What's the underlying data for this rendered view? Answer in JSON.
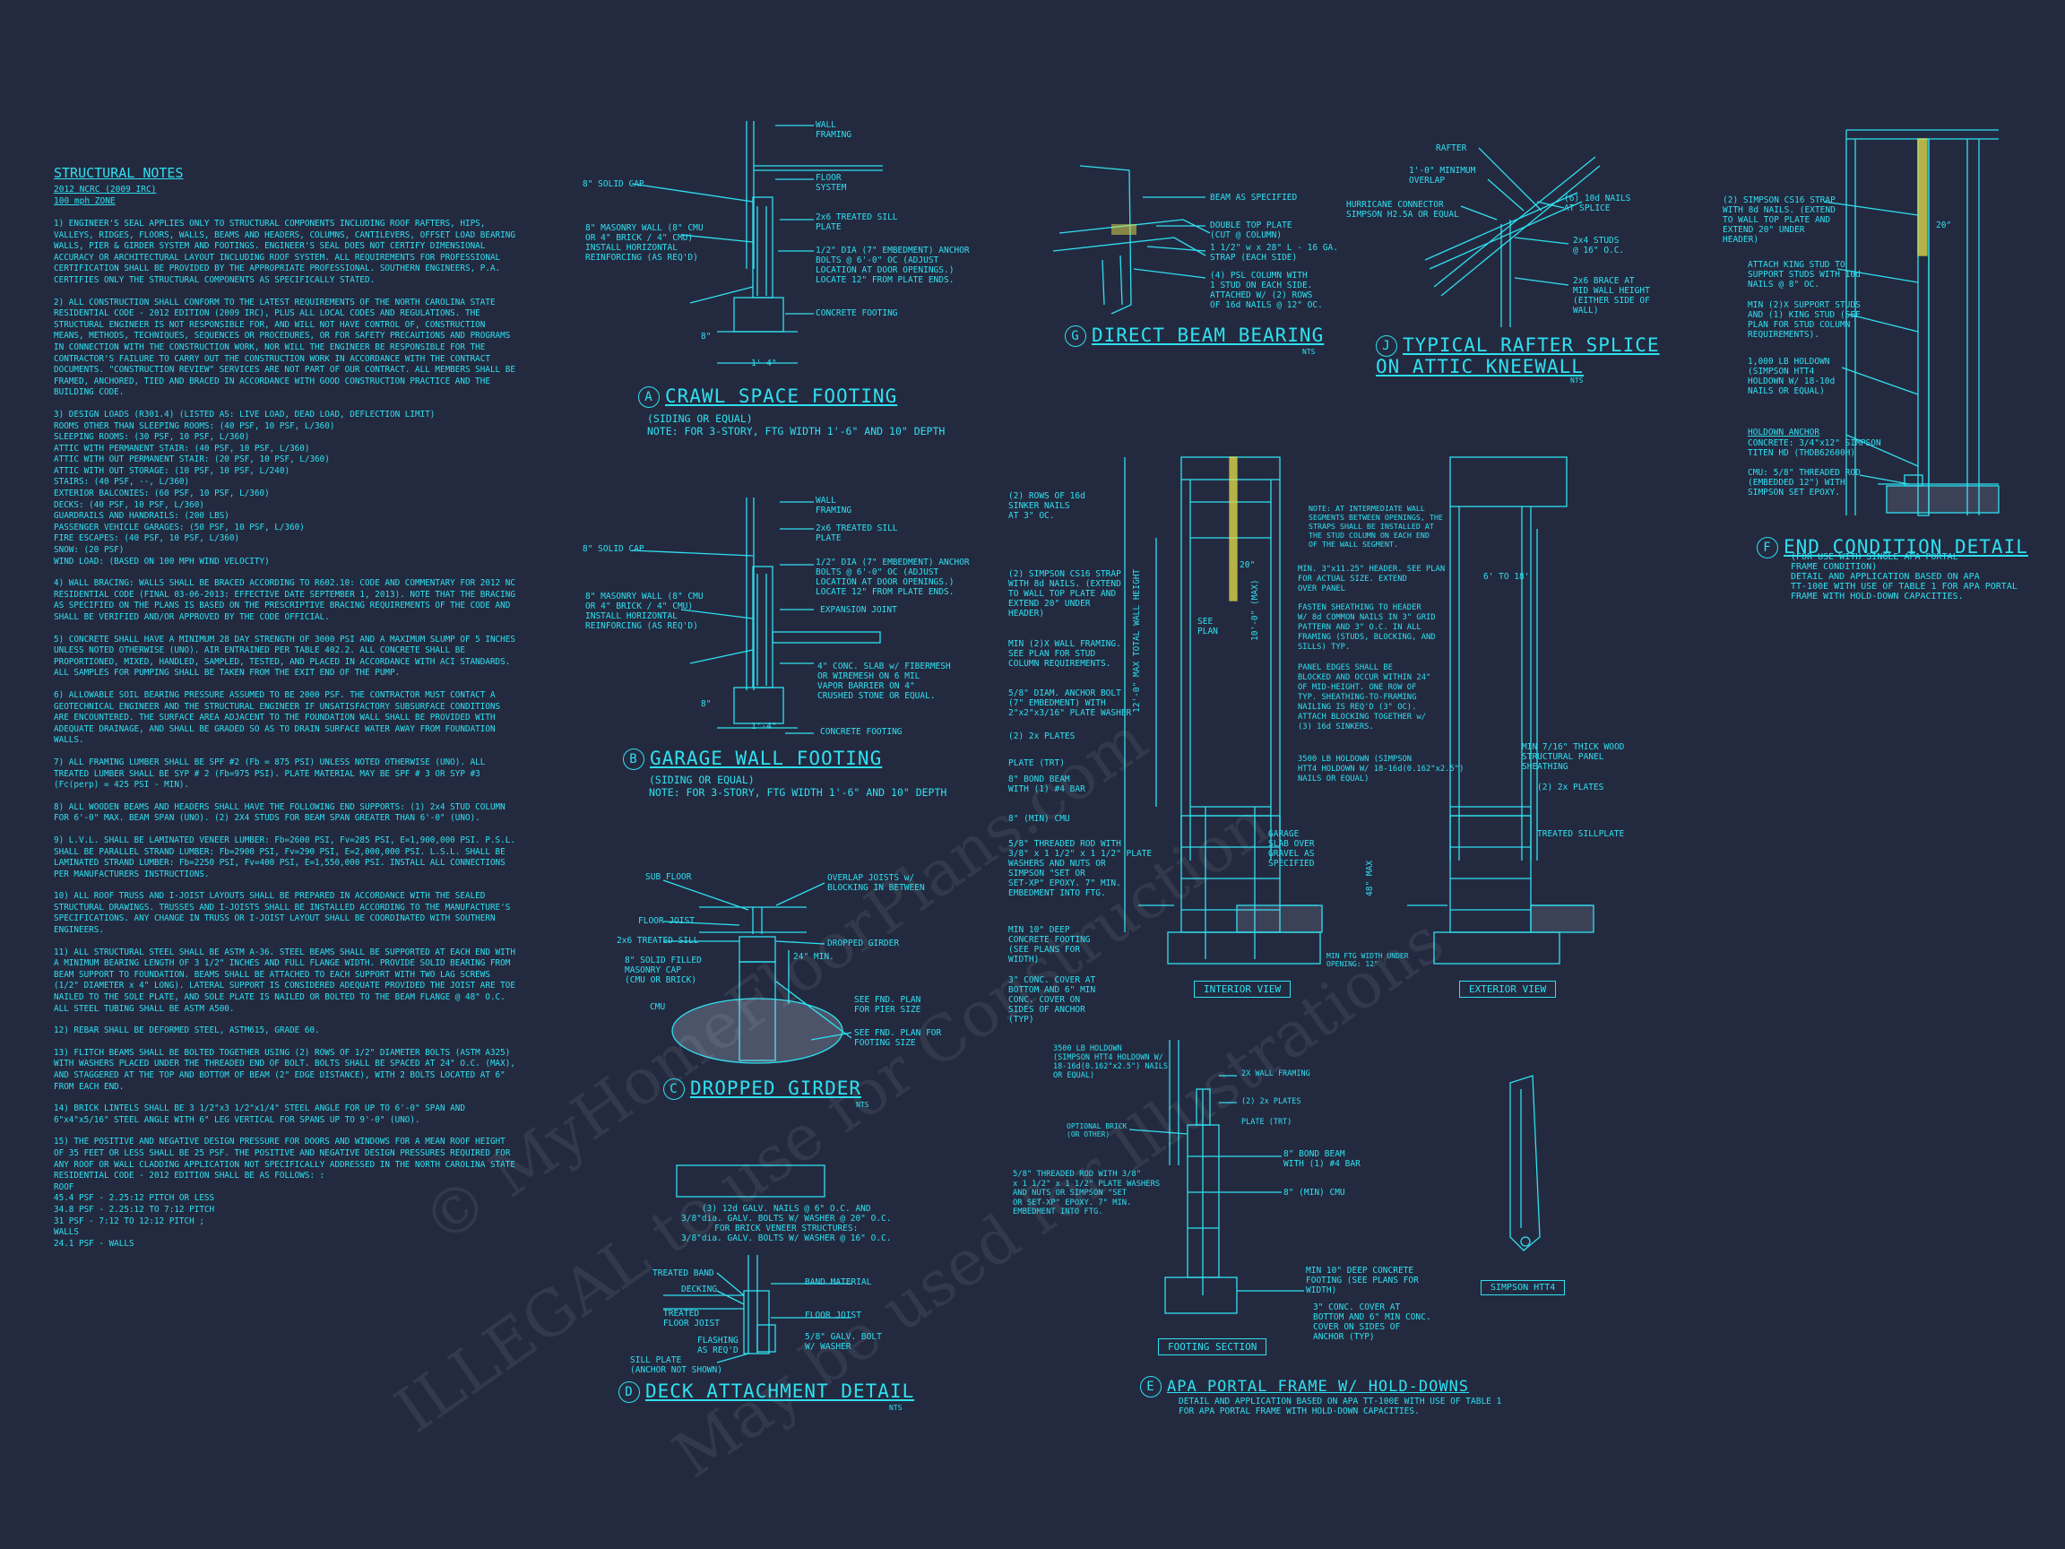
{
  "notes": {
    "title": "STRUCTURAL NOTES",
    "code": "2012 NCRC (2009 IRC)",
    "wind": "100 mph ZONE",
    "paragraphs": [
      "1) ENGINEER'S SEAL APPLIES ONLY TO STRUCTURAL COMPONENTS INCLUDING ROOF RAFTERS, HIPS, VALLEYS, RIDGES, FLOORS, WALLS, BEAMS AND HEADERS, COLUMNS, CANTILEVERS, OFFSET LOAD BEARING WALLS, PIER & GIRDER SYSTEM AND FOOTINGS. ENGINEER'S SEAL DOES NOT CERTIFY DIMENSIONAL ACCURACY OR ARCHITECTURAL LAYOUT INCLUDING ROOF SYSTEM. ALL REQUIREMENTS FOR PROFESSIONAL CERTIFICATION SHALL BE PROVIDED BY THE APPROPRIATE PROFESSIONAL. SOUTHERN ENGINEERS, P.A. CERTIFIES ONLY THE STRUCTURAL COMPONENTS AS SPECIFICALLY STATED.",
      "2) ALL CONSTRUCTION SHALL CONFORM TO THE LATEST REQUIREMENTS OF THE NORTH CAROLINA STATE RESIDENTIAL CODE - 2012 EDITION (2009 IRC), PLUS ALL LOCAL CODES AND REGULATIONS. THE STRUCTURAL ENGINEER IS NOT RESPONSIBLE FOR, AND WILL NOT HAVE CONTROL OF, CONSTRUCTION MEANS, METHODS, TECHNIQUES, SEQUENCES OR PROCEDURES, OR FOR SAFETY PRECAUTIONS AND PROGRAMS IN CONNECTION WITH THE CONSTRUCTION WORK, NOR WILL THE ENGINEER BE RESPONSIBLE FOR THE CONTRACTOR'S FAILURE TO CARRY OUT THE CONSTRUCTION WORK IN ACCORDANCE WITH THE CONTRACT DOCUMENTS. \"CONSTRUCTION REVIEW\" SERVICES ARE NOT PART OF OUR CONTRACT. ALL MEMBERS SHALL BE FRAMED, ANCHORED, TIED AND BRACED IN ACCORDANCE WITH GOOD CONSTRUCTION PRACTICE AND THE BUILDING CODE.",
      "3) DESIGN LOADS (R301.4) (LISTED AS: LIVE LOAD, DEAD LOAD, DEFLECTION LIMIT)\nROOMS OTHER THAN SLEEPING ROOMS: (40 PSF, 10 PSF, L/360)\nSLEEPING ROOMS: (30 PSF, 10 PSF, L/360)\nATTIC WITH PERMANENT STAIR: (40 PSF, 10 PSF, L/360)\nATTIC WITH OUT PERMANENT STAIR: (20 PSF, 10 PSF, L/360)\nATTIC WITH OUT STORAGE: (10 PSF, 10 PSF, L/240)\nSTAIRS: (40 PSF, --, L/360)\nEXTERIOR BALCONIES: (60 PSF, 10 PSF, L/360)\nDECKS: (40 PSF, 10 PSF, L/360)\nGUARDRAILS AND HANDRAILS: (200 LBS)\nPASSENGER VEHICLE GARAGES: (50 PSF, 10 PSF, L/360)\nFIRE ESCAPES: (40 PSF, 10 PSF, L/360)\nSNOW: (20 PSF)\nWIND LOAD: (BASED ON 100 MPH WIND VELOCITY)",
      "4) WALL BRACING: WALLS SHALL BE BRACED ACCORDING TO R602.10: CODE AND COMMENTARY FOR 2012 NC RESIDENTIAL CODE (FINAL 03-06-2013: EFFECTIVE DATE SEPTEMBER 1, 2013). NOTE THAT THE BRACING AS SPECIFIED ON THE PLANS IS BASED ON THE PRESCRIPTIVE BRACING REQUIREMENTS OF THE CODE AND SHALL BE VERIFIED AND/OR APPROVED BY THE CODE OFFICIAL.",
      "5) CONCRETE SHALL HAVE A MINIMUM 28 DAY STRENGTH OF 3000 PSI AND A MAXIMUM SLUMP OF 5 INCHES UNLESS NOTED OTHERWISE (UNO). AIR ENTRAINED PER TABLE 402.2. ALL CONCRETE SHALL BE PROPORTIONED, MIXED, HANDLED, SAMPLED, TESTED, AND PLACED IN ACCORDANCE WITH ACI STANDARDS. ALL SAMPLES FOR PUMPING SHALL BE TAKEN FROM THE EXIT END OF THE PUMP.",
      "6) ALLOWABLE SOIL BEARING PRESSURE ASSUMED TO BE 2000 PSF. THE CONTRACTOR MUST CONTACT A GEOTECHNICAL ENGINEER AND THE STRUCTURAL ENGINEER IF UNSATISFACTORY SUBSURFACE CONDITIONS ARE ENCOUNTERED. THE SURFACE AREA ADJACENT TO THE FOUNDATION WALL SHALL BE PROVIDED WITH ADEQUATE DRAINAGE, AND SHALL BE GRADED SO AS TO DRAIN SURFACE WATER AWAY FROM FOUNDATION WALLS.",
      "7) ALL FRAMING LUMBER SHALL BE SPF #2 (Fb = 875 PSI) UNLESS NOTED OTHERWISE (UNO). ALL TREATED LUMBER SHALL BE SYP # 2 (Fb=975 PSI). PLATE MATERIAL MAY BE SPF # 3 OR SYP #3 (Fc(perp) = 425 PSI - MIN).",
      "8) ALL WOODEN BEAMS AND HEADERS SHALL HAVE THE FOLLOWING END SUPPORTS: (1) 2x4 STUD COLUMN FOR 6'-0\" MAX. BEAM SPAN (UNO). (2) 2X4 STUDS FOR BEAM SPAN GREATER THAN 6'-0\" (UNO).",
      "9) L.V.L. SHALL BE LAMINATED VENEER LUMBER: Fb=2600 PSI, Fv=285 PSI, E=1,900,000 PSI. P.S.L. SHALL BE PARALLEL STRAND LUMBER: Fb=2900 PSI, Fv=290 PSI, E=2,000,000 PSI. L.S.L. SHALL BE LAMINATED STRAND LUMBER: Fb=2250 PSI, Fv=400 PSI, E=1,550,000 PSI. INSTALL ALL CONNECTIONS PER MANUFACTURERS INSTRUCTIONS.",
      "10) ALL ROOF TRUSS AND I-JOIST LAYOUTS SHALL BE PREPARED IN ACCORDANCE WITH THE SEALED STRUCTURAL DRAWINGS. TRUSSES AND I-JOISTS SHALL BE INSTALLED ACCORDING TO THE MANUFACTURE'S SPECIFICATIONS. ANY CHANGE IN TRUSS OR I-JOIST LAYOUT SHALL BE COORDINATED WITH SOUTHERN ENGINEERS.",
      "11) ALL STRUCTURAL STEEL SHALL BE ASTM A-36. STEEL BEAMS SHALL BE SUPPORTED AT EACH END WITH A MINIMUM BEARING LENGTH OF 3 1/2\" INCHES AND FULL FLANGE WIDTH. PROVIDE SOLID BEARING FROM BEAM SUPPORT TO FOUNDATION. BEAMS SHALL BE ATTACHED TO EACH SUPPORT WITH TWO LAG SCREWS (1/2\" DIAMETER x 4\" LONG). LATERAL SUPPORT IS CONSIDERED ADEQUATE PROVIDED THE JOIST ARE TOE NAILED TO THE SOLE PLATE, AND SOLE PLATE IS NAILED OR BOLTED TO THE BEAM FLANGE @ 48\" O.C. ALL STEEL TUBING SHALL BE ASTM A500.",
      "12) REBAR SHALL BE DEFORMED STEEL, ASTM615, GRADE 60.",
      "13) FLITCH BEAMS SHALL BE BOLTED TOGETHER USING (2) ROWS OF 1/2\" DIAMETER BOLTS (ASTM A325) WITH WASHERS PLACED UNDER THE THREADED END OF BOLT. BOLTS SHALL BE SPACED AT 24\" O.C. (MAX), AND STAGGERED AT THE TOP AND BOTTOM OF BEAM (2\" EDGE DISTANCE), WITH 2 BOLTS LOCATED AT 6\" FROM EACH END.",
      "14) BRICK LINTELS SHALL BE 3 1/2\"x3 1/2\"x1/4\" STEEL ANGLE FOR UP TO 6'-0\" SPAN AND 6\"x4\"x5/16\" STEEL ANGLE WITH 6\" LEG VERTICAL FOR SPANS UP TO 9'-0\" (UNO).",
      "15) THE POSITIVE AND NEGATIVE DESIGN PRESSURE FOR DOORS AND WINDOWS FOR A MEAN ROOF HEIGHT OF 35 FEET OR LESS SHALL BE 25 PSF. THE POSITIVE AND NEGATIVE DESIGN PRESSURES REQUIRED FOR ANY ROOF OR WALL CLADDING APPLICATION NOT SPECIFICALLY ADDRESSED IN THE NORTH CAROLINA STATE RESIDENTIAL CODE - 2012 EDITION SHALL BE AS FOLLOWS: :\nROOF\n45.4 PSF - 2.25:12 PITCH OR LESS\n34.8 PSF - 2.25:12 TO 7:12 PITCH\n31 PSF - 7:12 TO 12:12 PITCH ;\nWALLS\n24.1 PSF - WALLS"
    ]
  },
  "details": {
    "A": {
      "letter": "A",
      "title": "CRAWL SPACE FOOTING",
      "sub": "(SIDING OR EQUAL)\nNOTE: FOR 3-STORY, FTG WIDTH 1'-6\" AND 10\" DEPTH",
      "labels": [
        "WALL\nFRAMING",
        "FLOOR\nSYSTEM",
        "8\" SOLID CAP",
        "2x6 TREATED SILL\nPLATE",
        "8\" MASONRY WALL (8\" CMU\nOR 4\" BRICK / 4\" CMU)\nINSTALL HORIZONTAL\nREINFORCING (AS REQ'D)",
        "1/2\" DIA (7\" EMBEDMENT) ANCHOR\nBOLTS @ 6'-0\" OC (ADJUST\nLOCATION AT DOOR OPENINGS.)\nLOCATE 12\" FROM PLATE ENDS.",
        "CONCRETE FOOTING",
        "1'-4\"",
        "8\""
      ]
    },
    "B": {
      "letter": "B",
      "title": "GARAGE WALL FOOTING",
      "sub": "(SIDING OR EQUAL)\nNOTE: FOR 3-STORY, FTG WIDTH 1'-6\" AND 10\" DEPTH",
      "labels": [
        "WALL\nFRAMING",
        "2x6 TREATED SILL\nPLATE",
        "8\" SOLID CAP",
        "1/2\" DIA (7\" EMBEDMENT) ANCHOR\nBOLTS @ 6'-0\" OC (ADJUST\nLOCATION AT DOOR OPENINGS.)\nLOCATE 12\" FROM PLATE ENDS.",
        "8\" MASONRY WALL (8\" CMU\nOR 4\" BRICK / 4\" CMU)\nINSTALL HORIZONTAL\nREINFORCING (AS REQ'D)",
        "EXPANSION JOINT",
        "4\" CONC. SLAB w/ FIBERMESH\nOR WIREMESH ON 6 MIL\nVAPOR BARRIER ON 4\"\nCRUSHED STONE OR EQUAL.",
        "CONCRETE FOOTING",
        "1'-4\"",
        "8\""
      ]
    },
    "C": {
      "letter": "C",
      "title": "DROPPED GIRDER",
      "nts": "NTS",
      "labels": [
        "SUB FLOOR",
        "OVERLAP JOISTS w/\nBLOCKING IN BETWEEN",
        "FLOOR JOIST",
        "2x6 TREATED SILL",
        "DROPPED GIRDER",
        "8\" SOLID FILLED\nMASONRY CAP\n(CMU OR BRICK)",
        "CMU",
        "SEE FND. PLAN\nFOR PIER SIZE",
        "SEE FND. PLAN FOR\nFOOTING SIZE",
        "24\" MIN."
      ]
    },
    "D": {
      "letter": "D",
      "title": "DECK ATTACHMENT DETAIL",
      "nts": "NTS",
      "note": "(3) 12d GALV. NAILS @ 6\" O.C. AND\n3/8\"dia. GALV. BOLTS W/ WASHER @ 20\" O.C.\nFOR BRICK VENEER STRUCTURES:\n3/8\"dia. GALV. BOLTS W/ WASHER @ 16\" O.C.",
      "labels": [
        "TREATED BAND",
        "DECKING",
        "BAND MATERIAL",
        "TREATED\nFLOOR JOIST",
        "FLOOR JOIST",
        "FLASHING\nAS REQ'D",
        "5/8\" GALV. BOLT\nW/ WASHER",
        "SILL PLATE\n(ANCHOR NOT SHOWN)"
      ]
    },
    "E": {
      "letter": "E",
      "title": "APA PORTAL FRAME W/ HOLD-DOWNS",
      "sub": "DETAIL AND APPLICATION BASED ON APA TT-100E WITH USE OF TABLE 1\nFOR APA PORTAL FRAME WITH HOLD-DOWN CAPACITIES.",
      "section_label": "FOOTING SECTION",
      "labels": [
        "3500 LB HOLDOWN\n(SIMPSON HTT4 HOLDOWN W/\n18-16d(0.162\"x2.5\") NAILS\nOR EQUAL)",
        "2X WALL FRAMING",
        "(2) 2x PLATES",
        "OPTIONAL BRICK\n(OR OTHER)",
        "PLATE (TRT)",
        "5/8\" THREADED ROD WITH 3/8\"\nx 1 1/2\" x 1 1/2\" PLATE WASHERS\nAND NUTS OR SIMPSON \"SET\nOR SET-XP\" EPOXY. 7\" MIN.\nEMBEDMENT INTO FTG.",
        "8\" BOND BEAM\nWITH (1) #4 BAR",
        "8\" (MIN) CMU",
        "MIN 10\" DEEP CONCRETE\nFOOTING (SEE PLANS FOR\nWIDTH)",
        "3\" CONC. COVER AT\nBOTTOM AND 6\" MIN CONC.\nCOVER ON SIDES OF\nANCHOR (TYP)"
      ],
      "interior_label": "INTERIOR VIEW",
      "exterior_label": "EXTERIOR VIEW",
      "int_labels": [
        "(2) ROWS OF 16d\nSINKER NAILS\nAT 3\" OC.",
        "(2) SIMPSON CS16 STRAP\nWITH 8d NAILS. (EXTEND\nTO WALL TOP PLATE AND\nEXTEND 20\" UNDER\nHEADER)",
        "MIN (2)X WALL FRAMING.\nSEE PLAN FOR STUD\nCOLUMN REQUIREMENTS.",
        "5/8\" DIAM. ANCHOR BOLT\n(7\" EMBEDMENT) WITH\n2\"x2\"x3/16\" PLATE WASHER",
        "(2) 2x PLATES",
        "PLATE (TRT)",
        "8\" BOND BEAM\nWITH (1) #4 BAR",
        "8\" (MIN) CMU",
        "5/8\" THREADED ROD WITH\n3/8\" x 1 1/2\" x 1 1/2\" PLATE\nWASHERS AND NUTS OR\nSIMPSON \"SET OR\nSET-XP\" EPOXY. 7\" MIN.\nEMBEDMENT INTO FTG.",
        "MIN 10\" DEEP\nCONCRETE FOOTING\n(SEE PLANS FOR\nWIDTH)",
        "3\" CONC. COVER AT\nBOTTOM AND 6\" MIN\nCONC. COVER ON\nSIDES OF ANCHOR\n(TYP)",
        "NOTE: AT INTERMEDIATE WALL\nSEGMENTS BETWEEN OPENINGS, THE\nSTRAPS SHALL BE INSTALLED AT\nTHE STUD COLUMN ON EACH END\nOF THE WALL SEGMENT.",
        "MIN. 3\"x11.25\" HEADER. SEE PLAN\nFOR ACTUAL SIZE. EXTEND\nOVER PANEL",
        "FASTEN SHEATHING TO HEADER\nW/ 8d COMMON NAILS IN 3\" GRID\nPATTERN AND 3\" O.C. IN ALL\nFRAMING (STUDS, BLOCKING, AND\nSILLS) TYP.",
        "PANEL EDGES SHALL BE\nBLOCKED AND OCCUR WITHIN 24\"\nOF MID-HEIGHT. ONE ROW OF\nTYP. SHEATHING-TO-FRAMING\nNAILING IS REQ'D (3\" OC).\nATTACH BLOCKING TOGETHER w/\n(3) 16d SINKERS.",
        "3500 LB HOLDOWN (SIMPSON\nHTT4 HOLDOWN W/ 18-16d(0.162\"x2.5\")\nNAILS OR EQUAL)",
        "GARAGE\nSLAB OVER\nGRAVEL AS\nSPECIFIED",
        "SEE\nPLAN",
        "20\"",
        "10'-0\" (MAX)",
        "12'-0\" MAX TOTAL WALL HEIGHT",
        "48\" MAX",
        "MIN FTG WIDTH UNDER\nOPENING: 12\""
      ],
      "ext_labels": [
        "6' TO 18'",
        "MIN 7/16\" THICK WOOD\nSTRUCTURAL PANEL\nSHEATHING",
        "(2) 2x PLATES",
        "TREATED SILLPLATE"
      ]
    },
    "F": {
      "letter": "F",
      "title": "END CONDITION DETAIL",
      "sub": "(FOR USE WITH SINGLE APA PORTAL\nFRAME CONDITION)\nDETAIL AND APPLICATION BASED ON APA\nTT-100E WITH USE OF TABLE 1 FOR APA PORTAL\nFRAME WITH HOLD-DOWN CAPACITIES.",
      "labels": [
        "(2) SIMPSON CS16 STRAP\nWITH 8d NAILS. (EXTEND\nTO WALL TOP PLATE AND\nEXTEND 20\" UNDER\nHEADER)",
        "ATTACH KING STUD TO\nSUPPORT STUDS WITH 10d\nNAILS @ 8\" OC.",
        "MIN (2)X SUPPORT STUDS\nAND (1) KING STUD (SEE\nPLAN FOR STUD COLUMN\nREQUIREMENTS).",
        "1,000 LB HOLDOWN\n(SIMPSON HTT4\nHOLDOWN W/ 18-10d\nNAILS OR EQUAL)",
        "HOLDOWN ANCHOR",
        "CONCRETE: 3/4\"x12\" SIMPSON\nTITEN HD (THDB62600H)",
        "CMU: 5/8\" THREADED ROD\n(EMBEDDED 12\") WITH\nSIMPSON SET EPOXY.",
        "20\""
      ]
    },
    "G": {
      "letter": "G",
      "title": "DIRECT BEAM BEARING",
      "nts": "NTS",
      "labels": [
        "BEAM AS SPECIFIED",
        "DOUBLE TOP PLATE\n(CUT @ COLUMN)",
        "1 1/2\" w x 28\" L - 16 GA.\nSTRAP (EACH SIDE)",
        "(4) PSL COLUMN WITH\n1 STUD ON EACH SIDE.\nATTACHED W/ (2) ROWS\nOF 16d NAILS @ 12\" OC."
      ]
    },
    "J": {
      "letter": "J",
      "title": "TYPICAL RAFTER SPLICE\nON ATTIC KNEEWALL",
      "nts": "NTS",
      "labels": [
        "RAFTER",
        "1'-0\" MINIMUM\nOVERLAP",
        "HURRICANE CONNECTOR\nSIMPSON H2.5A OR EQUAL",
        "(6) 10d NAILS\nAT SPLICE",
        "2x4 STUDS\n@ 16\" O.C.",
        "2x6 BRACE AT\nMID WALL HEIGHT\n(EITHER SIDE OF\nWALL)"
      ]
    },
    "H": {
      "label": "SIMPSON HTT4"
    }
  },
  "watermark": [
    "© MyHomeFloorPlans.com",
    "ILLEGAL to use for Construction",
    "May be used for Illustrations"
  ],
  "colors": {
    "background": "#232a40",
    "line": "#2fe0f0",
    "highlight": "#e8e04a",
    "watermark": "#ffffff"
  }
}
